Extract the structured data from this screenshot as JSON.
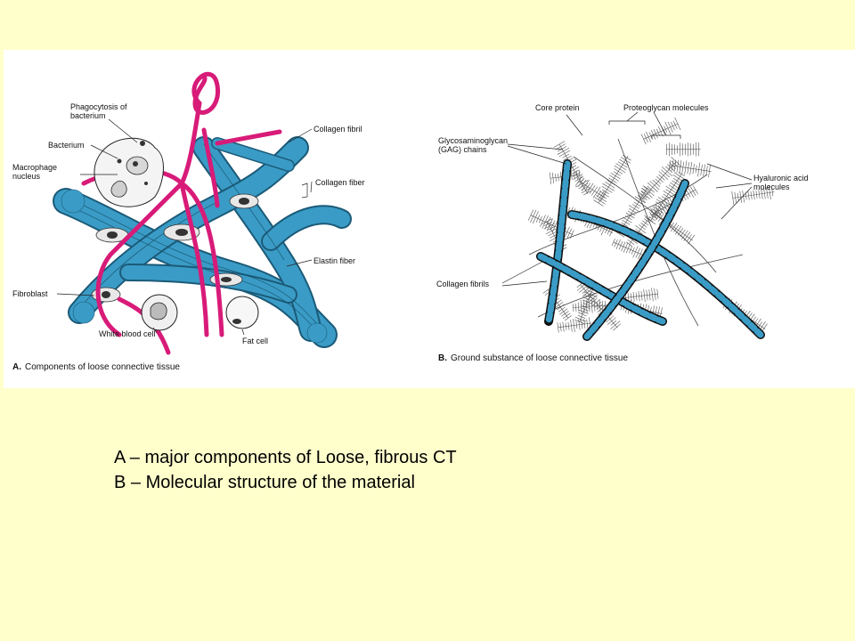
{
  "colors": {
    "slide_background": "#FFFFCC",
    "collagen": "#3A9CC6",
    "elastin": "#D81B78"
  },
  "panel_a": {
    "labels": {
      "phagocytosis": [
        "Phagocytosis of",
        "bacterium"
      ],
      "bacterium": "Bacterium",
      "macrophage": [
        "Macrophage",
        "nucleus"
      ],
      "collagen_fibril": "Collagen fibril",
      "collagen_fiber": "Collagen fiber",
      "elastin_fiber": "Elastin fiber",
      "fibroblast": "Fibroblast",
      "white_blood_cell": "White blood cell",
      "fat_cell": "Fat cell"
    },
    "caption_letter": "A.",
    "caption_text": "Components of loose connective tissue"
  },
  "panel_b": {
    "labels": {
      "core_protein": "Core protein",
      "proteoglycan": "Proteoglycan molecules",
      "gag": [
        "Glycosaminoglycan",
        "(GAG) chains"
      ],
      "hyaluronic": [
        "Hyaluronic acid",
        "molecules"
      ],
      "collagen_fibrils": "Collagen fibrils"
    },
    "caption_letter": "B.",
    "caption_text": "Ground substance of loose connective tissue"
  },
  "slide_text": {
    "line1": "A – major components of Loose, fibrous CT",
    "line2": "B – Molecular structure of the material"
  }
}
